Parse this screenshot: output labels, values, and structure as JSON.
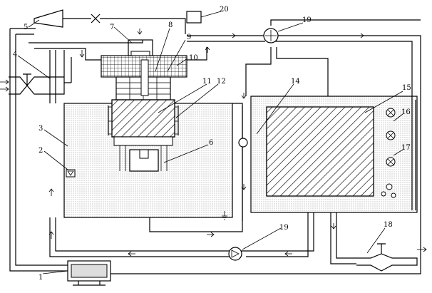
{
  "labels": {
    "l1": "1",
    "l2": "2",
    "l3": "3",
    "l4": "4",
    "l5": "5",
    "l6": "6",
    "l7": "7",
    "l8": "8",
    "l9": "9",
    "l10": "10",
    "l11": "11",
    "l12": "12",
    "l14": "14",
    "l15": "15",
    "l16": "16",
    "l17": "17",
    "l18": "18",
    "l19a": "19",
    "l19b": "19",
    "l20": "20"
  },
  "colors": {
    "line": "#000000",
    "stipple": "#b9b9b9",
    "background": "#ffffff"
  }
}
